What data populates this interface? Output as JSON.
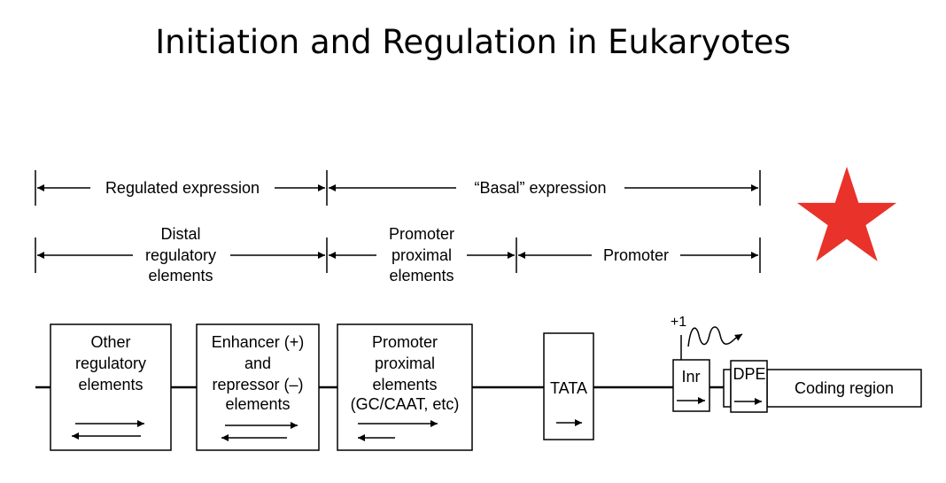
{
  "title": "Initiation and Regulation in Eukaryotes",
  "colors": {
    "star": "#e8322a",
    "ink": "#000000",
    "background": "#ffffff"
  },
  "ranges": {
    "regulated_expression": "Regulated expression",
    "basal_expression": "“Basal” expression",
    "distal": [
      "Distal",
      "regulatory",
      "elements"
    ],
    "promoter_proximal": [
      "Promoter",
      "proximal",
      "elements"
    ],
    "promoter": "Promoter"
  },
  "boxes": {
    "other_regulatory": [
      "Other",
      "regulatory",
      "elements"
    ],
    "enhancer_repressor": [
      "Enhancer (+)",
      "and",
      "repressor (–)",
      "elements"
    ],
    "promoter_proximal": [
      "Promoter",
      "proximal",
      "elements",
      "(GC/CAAT, etc)"
    ],
    "tata": "TATA",
    "inr": "Inr",
    "plus_one": "+1",
    "dpe": "DPE",
    "coding_region": "Coding region"
  },
  "icons": {
    "star": "star-icon"
  }
}
